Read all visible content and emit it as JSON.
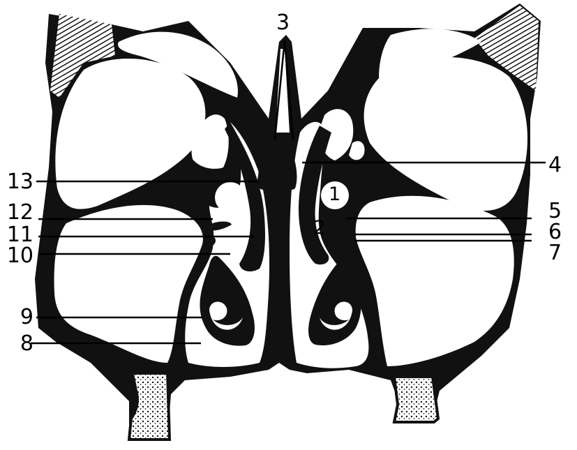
{
  "diagram": {
    "colors": {
      "bone": "#111111",
      "cavity": "#ffffff",
      "leader_line": "#000000",
      "label_text": "#000000"
    },
    "labels": {
      "l1": "1",
      "l2": "2",
      "l3": "3",
      "l4": "4",
      "l5": "5",
      "l6": "6",
      "l7": "7",
      "l8": "8",
      "l9": "9",
      "l10": "10",
      "l11": "11",
      "l12": "12",
      "l13": "13"
    }
  }
}
